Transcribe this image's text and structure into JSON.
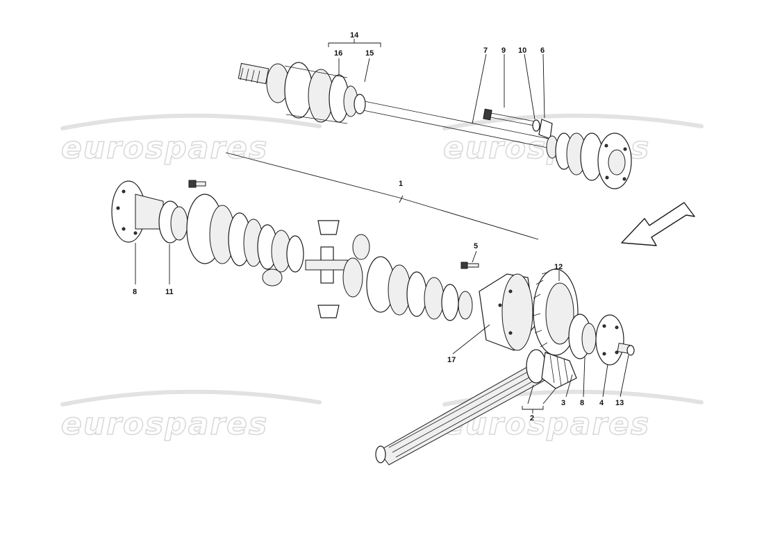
{
  "watermark": {
    "text": "eurospares"
  },
  "callouts": {
    "c1": "1",
    "c2": "2",
    "c3": "3",
    "c4": "4",
    "c5": "5",
    "c6": "6",
    "c7": "7",
    "c8a": "8",
    "c8b": "8",
    "c9": "9",
    "c10": "10",
    "c11": "11",
    "c12": "12",
    "c13": "13",
    "c14": "14",
    "c15": "15",
    "c16": "16",
    "c17": "17"
  },
  "direction_arrow": {
    "icon": "direction-arrow-icon"
  }
}
